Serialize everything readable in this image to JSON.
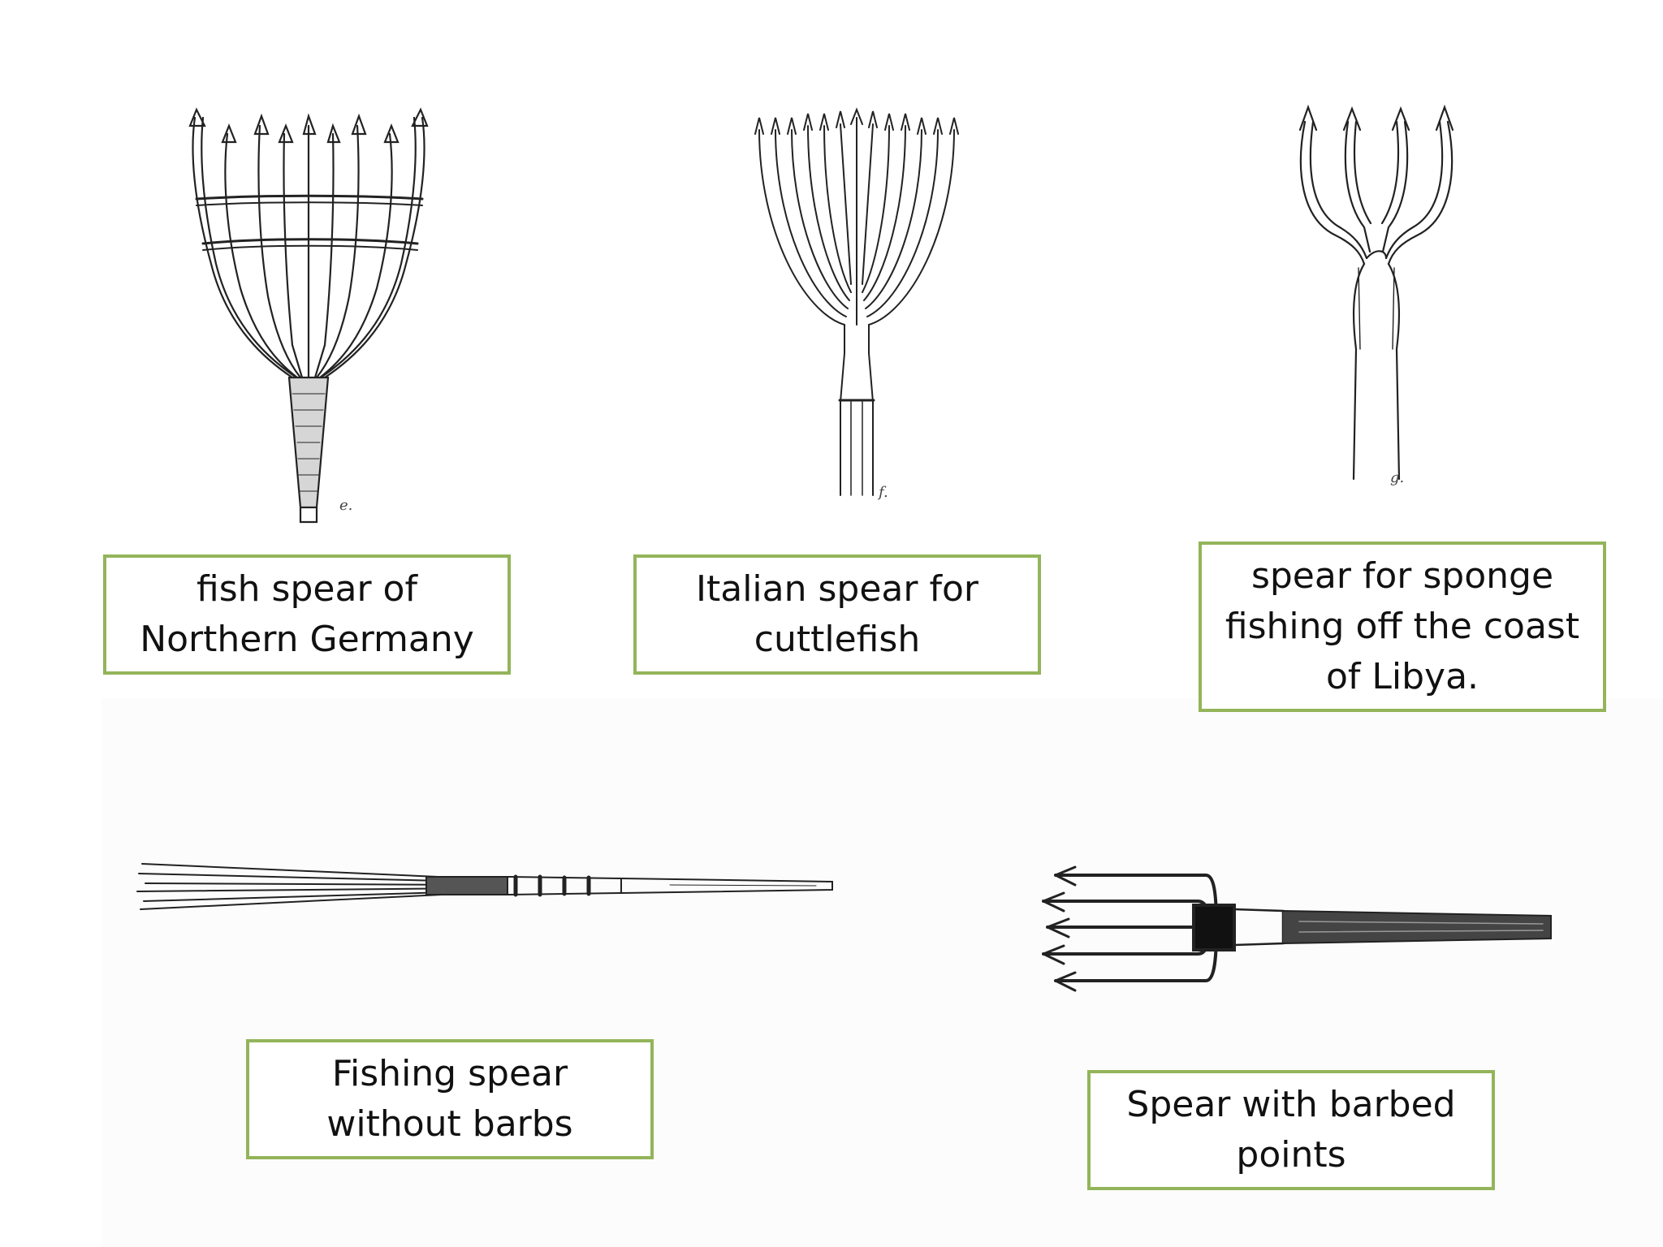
{
  "captions": {
    "germany": "fish spear of Northern Germany",
    "italian": "Italian spear for cuttlefish",
    "libya": "spear for sponge fishing off the coast of Libya.",
    "no_barbs": "Fishing spear without barbs",
    "barbed": "Spear with barbed points"
  },
  "figure_letters": {
    "e": "e.",
    "f": "f.",
    "g": "g."
  },
  "colors": {
    "caption_border": "#93b45a",
    "ink": "#222222"
  }
}
